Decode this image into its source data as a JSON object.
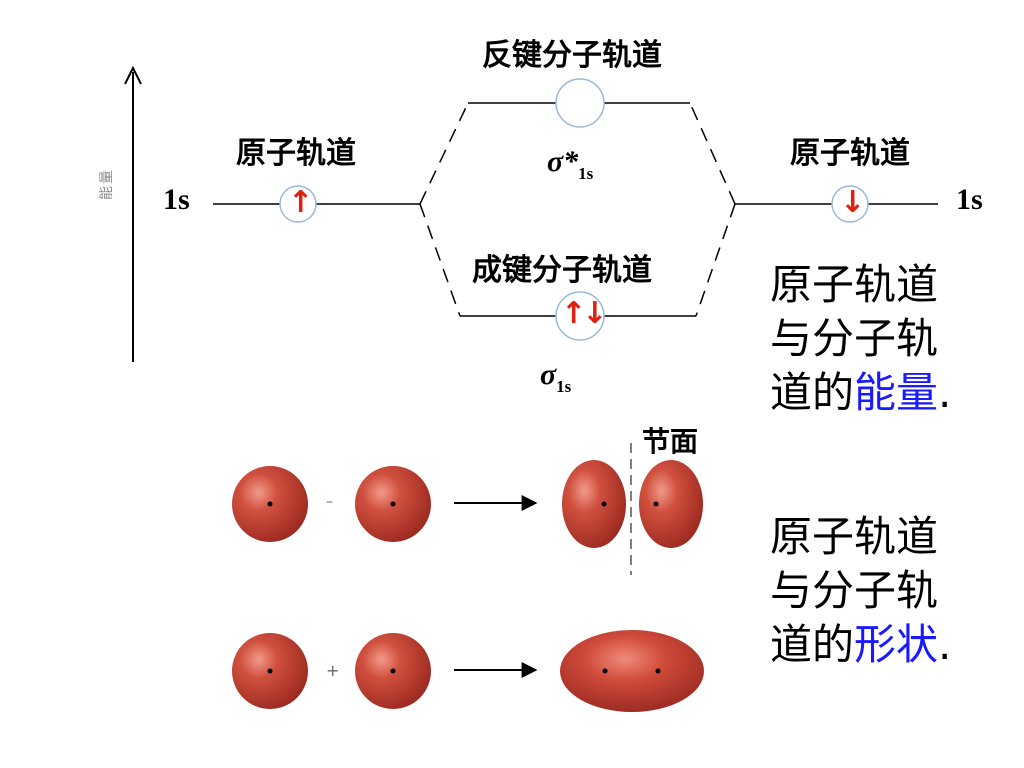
{
  "diagram": {
    "energy_axis_label": "能量",
    "left_ao": {
      "label": "原子轨道",
      "orbital": "1s",
      "electron": "↑"
    },
    "right_ao": {
      "label": "原子轨道",
      "orbital": "1s",
      "electron": "↓"
    },
    "antibonding": {
      "title": "反键分子轨道",
      "symbol": "σ*",
      "subscript": "1s"
    },
    "bonding": {
      "title": "成键分子轨道",
      "symbol": "σ",
      "subscript": "1s",
      "electrons": "↑↓"
    },
    "nodal_plane_label": "节面",
    "minus_sign": "–",
    "plus_sign": "+"
  },
  "notes": {
    "energy": {
      "line1": "原子轨道",
      "line2": "与分子轨",
      "line3_prefix": "道的",
      "highlight": "能量",
      "suffix": "."
    },
    "shape": {
      "line1": "原子轨道",
      "line2": "与分子轨",
      "line3_prefix": "道的",
      "highlight": "形状",
      "suffix": "."
    }
  },
  "colors": {
    "highlight": "#1a1aff",
    "electron": "#e02010",
    "orbital_ring": "#9ab8d8",
    "sphere": "#c84538"
  }
}
